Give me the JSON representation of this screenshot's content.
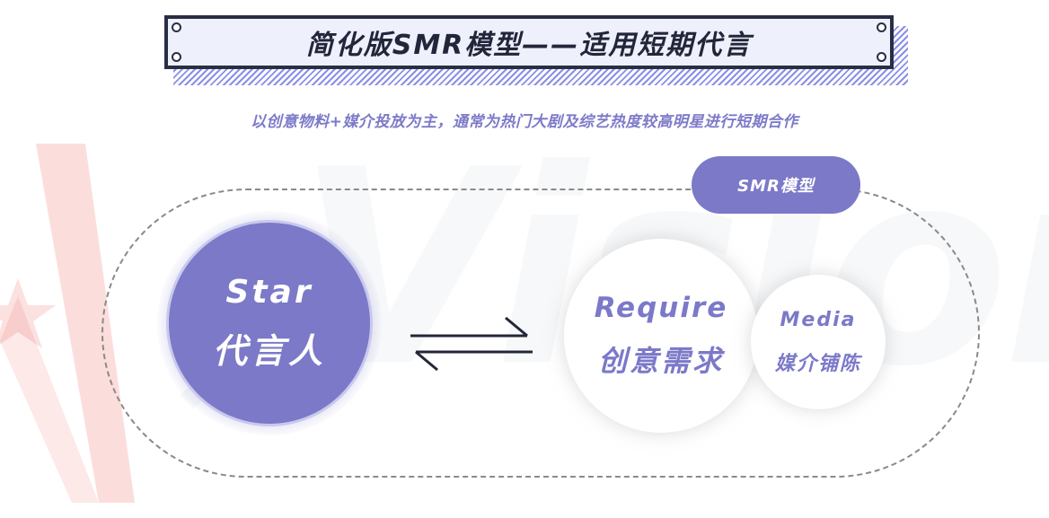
{
  "title": "简化版SMR模型——适用短期代言",
  "subtitle": "以创意物料+媒介投放为主，通常为热门大剧及综艺热度较高明星进行短期合作",
  "badge": "SMR模型",
  "watermark": {
    "text": "Vision Star",
    "accent_color": "#e8473f"
  },
  "nodes": {
    "star": {
      "en": "Star",
      "cn": "代言人"
    },
    "require": {
      "en": "Require",
      "cn": "创意需求"
    },
    "media": {
      "en": "Media",
      "cn": "媒介铺陈"
    }
  },
  "connector_icon": "bidirectional-arrows-icon",
  "colors": {
    "accent": "#7b79c8",
    "title_border": "#2a2e45",
    "title_bg": "#eef1fb",
    "dash": "#8a8a8a"
  }
}
